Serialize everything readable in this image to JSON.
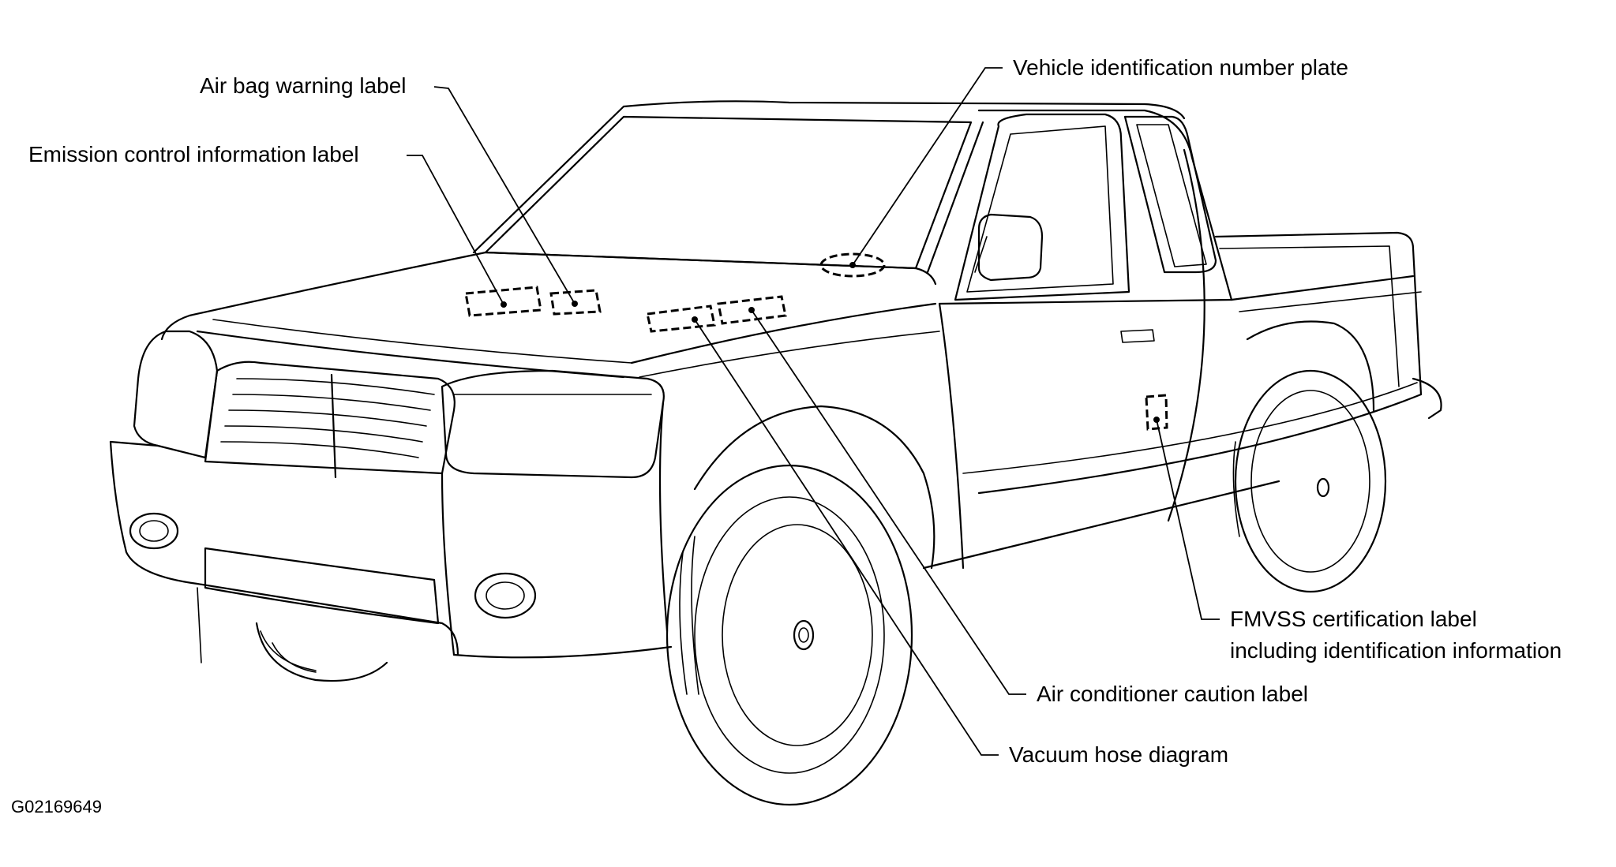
{
  "callouts": {
    "air_bag_warning": "Air bag warning label",
    "emission_control": "Emission control information label",
    "vin_plate": "Vehicle identification number plate",
    "fmvss_line1": "FMVSS certification label",
    "fmvss_line2": "including identification information",
    "air_conditioner": "Air conditioner caution label",
    "vacuum_hose": "Vacuum hose diagram"
  },
  "figure_ref": "G02169649"
}
